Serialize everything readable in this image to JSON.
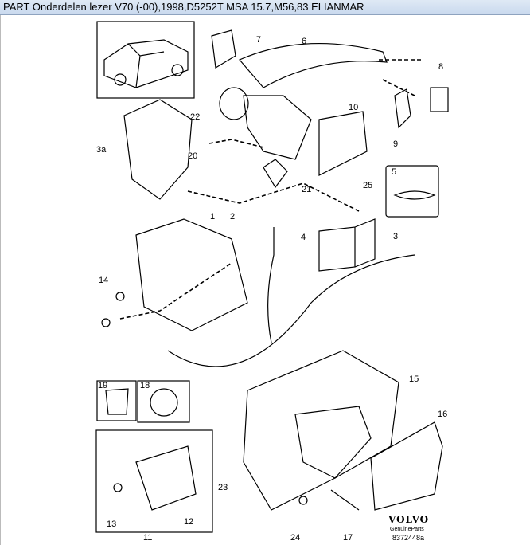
{
  "window": {
    "title": "PART Onderdelen lezer V70 (-00),1998,D5252T MSA 15.7,M56,83 ELIANMAR"
  },
  "diagram": {
    "callouts": [
      "7",
      "6",
      "8",
      "22",
      "10",
      "3a",
      "9",
      "20",
      "5",
      "21",
      "25",
      "1",
      "2",
      "4",
      "3",
      "14",
      "15",
      "19",
      "18",
      "16",
      "23",
      "12",
      "13",
      "11",
      "24",
      "17"
    ],
    "brand": "VOLVO",
    "brand_sub": "GenuineParts",
    "drawing_code": "8372448a"
  }
}
